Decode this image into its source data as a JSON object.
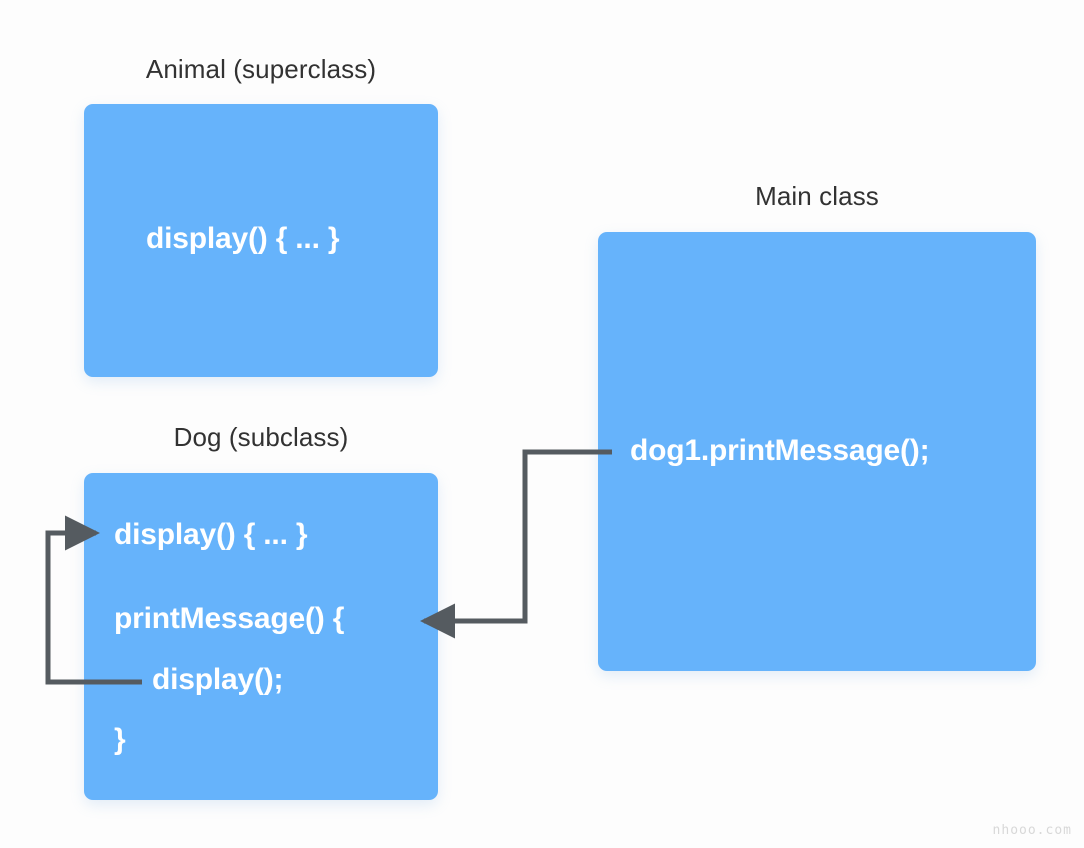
{
  "page": {
    "background_color": "#fdfdfd",
    "watermark": "nhooo.com"
  },
  "palette": {
    "box_fill": "#66b3fb",
    "box_text": "#ffffff",
    "caption_text": "#323232",
    "connector": "#555b60",
    "watermark_text": "#d8d8d8"
  },
  "boxes": {
    "animal": {
      "caption": "Animal (superclass)",
      "lines": [
        "display() { ... }"
      ]
    },
    "dog": {
      "caption": "Dog (subclass)",
      "lines": [
        "display() { ... }",
        "printMessage() {",
        "display();",
        "}"
      ]
    },
    "main": {
      "caption": "Main class",
      "lines": [
        "dog1.printMessage();"
      ]
    }
  },
  "connectors": [
    {
      "name": "main-call-to-printmessage",
      "from": "Main class: dog1.printMessage();",
      "to": "Dog subclass: printMessage() {",
      "arrow": "end"
    },
    {
      "name": "display-call-to-display-method",
      "from": "Dog subclass: display();",
      "to": "Dog subclass: display() { ... }",
      "arrow": "end"
    }
  ]
}
